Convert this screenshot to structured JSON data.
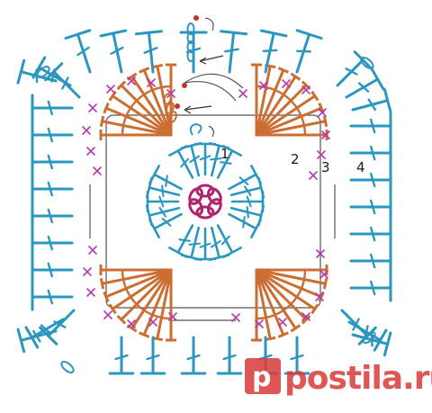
{
  "colors": {
    "background": "#ffffff",
    "center_ring": "#b0246f",
    "round1": "#2b97bf",
    "petals": "#cc6d32",
    "cross_stitches": "#b53bb0",
    "outer_round": "#2b97bf",
    "chain_lines": "#555555",
    "watermark": "#d83a3a"
  },
  "round_labels": [
    "1",
    "2",
    "3",
    "4"
  ],
  "watermark": {
    "text": "postila.ru"
  },
  "symbols": [
    "magic-ring",
    "double-crochet",
    "chain",
    "single-crochet",
    "slip-stitch"
  ]
}
